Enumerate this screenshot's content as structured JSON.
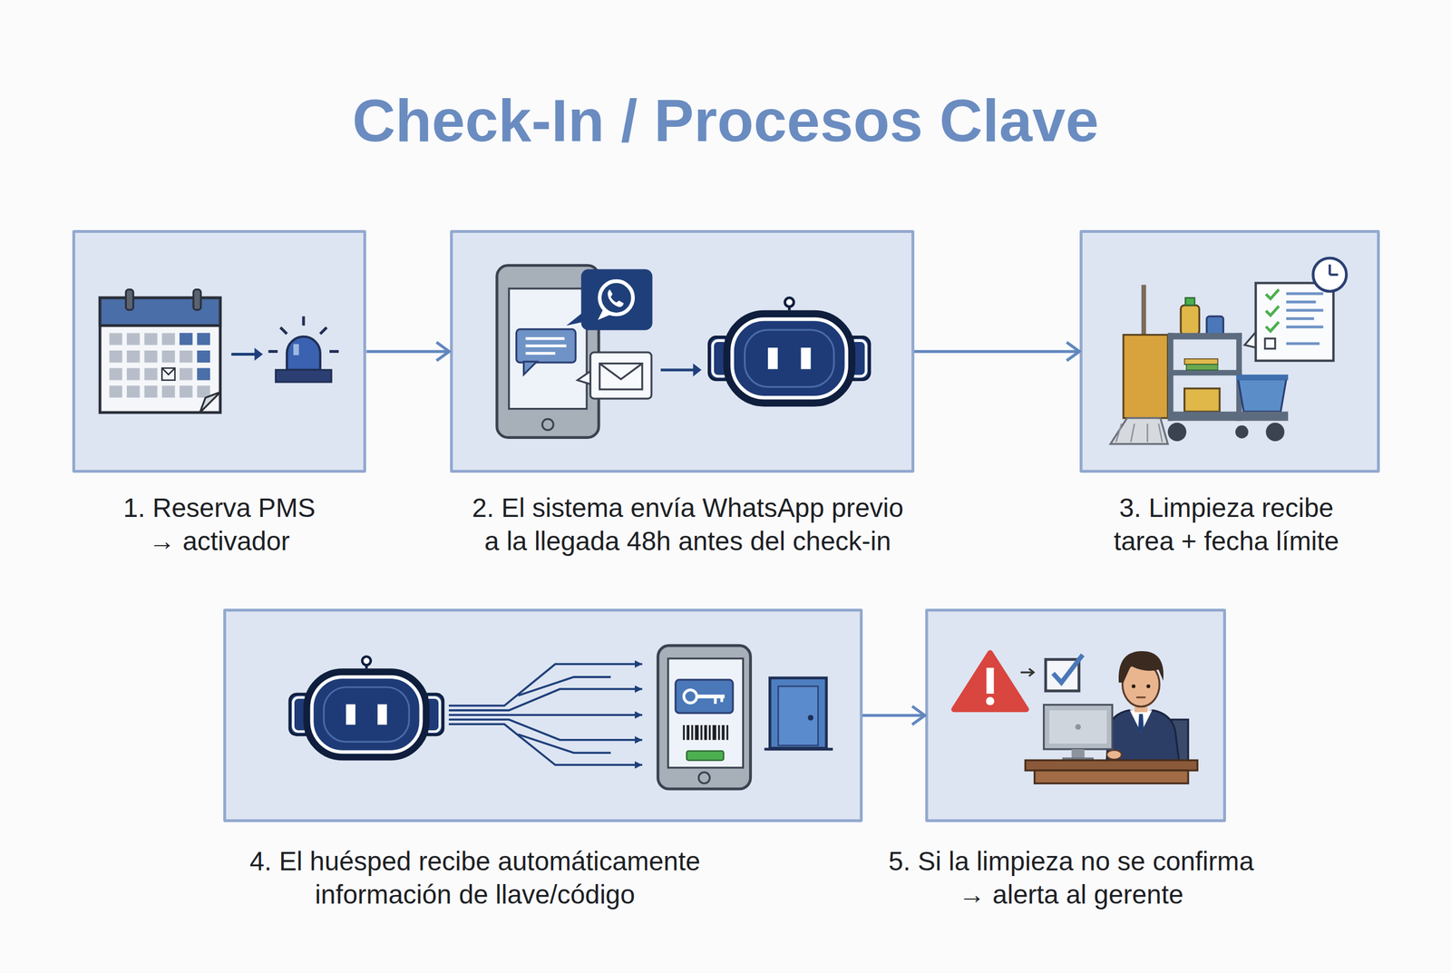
{
  "diagram": {
    "title": "Check-In / Procesos Clave",
    "nodes": [
      {
        "text": [
          "1. Reserva PMS → activador"
        ]
      },
      {
        "text": [
          "2. El sistema envía WhatsApp previo a la llegada 48h antes del check-in"
        ]
      },
      {
        "text": [
          "3. Limpieza recibe tarea + fecha límite"
        ]
      },
      {
        "text": [
          "4. El huésped recibe automáticamente información de llave/código"
        ]
      },
      {
        "text": [
          "5. Si la limpieza no se confirma → alerta al gerente"
        ]
      }
    ],
    "edges": [
      {
        "from": 0,
        "to": 1,
        "arrow": "to"
      },
      {
        "from": 1,
        "to": 2,
        "arrow": "to"
      },
      {
        "from": 3,
        "to": 4,
        "arrow": "to"
      }
    ]
  }
}
